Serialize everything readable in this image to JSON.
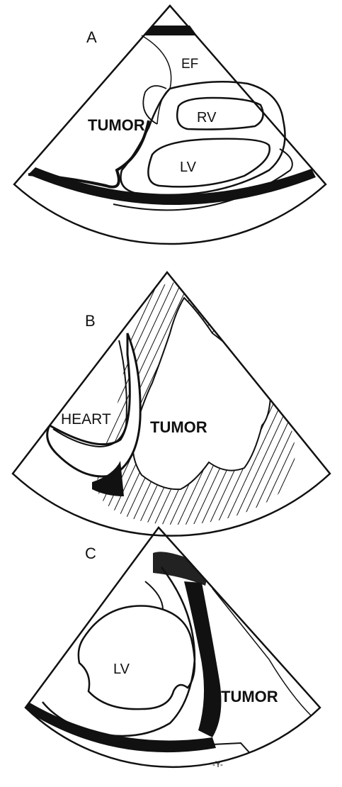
{
  "panels": [
    {
      "letter": "A",
      "labels": {
        "ef": "EF",
        "tumor": "TUMOR",
        "rv": "RV",
        "lv": "LV"
      }
    },
    {
      "letter": "B",
      "labels": {
        "heart": "HEART",
        "tumor": "TUMOR"
      }
    },
    {
      "letter": "C",
      "labels": {
        "lv": "LV",
        "tumor": "TUMOR",
        "bottom_mark": "-Y-"
      }
    }
  ]
}
